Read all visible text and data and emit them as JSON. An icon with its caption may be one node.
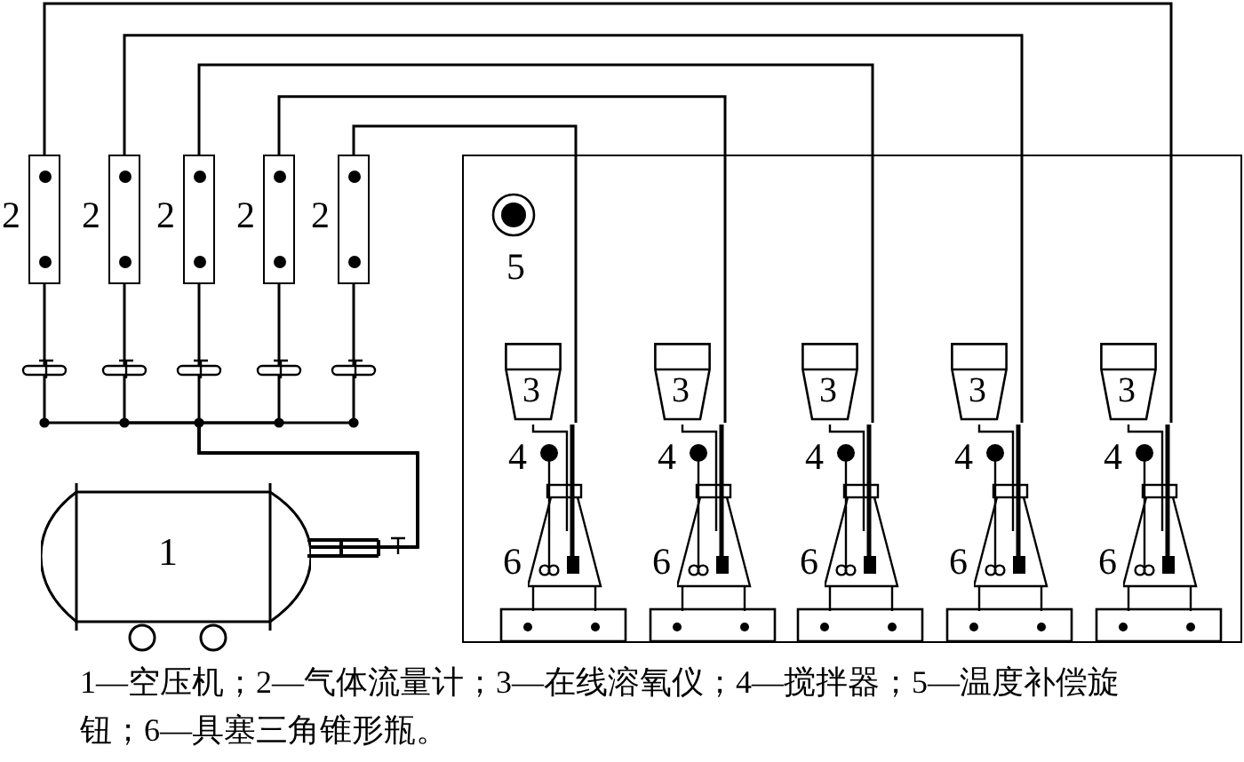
{
  "diagram": {
    "caption": "1—空压机；2—气体流量计；3—在线溶氧仪；4—搅拌器；5—温度补偿旋钮；6—具塞三角锥形瓶。",
    "nodes": [
      {
        "text": [
          "1"
        ]
      },
      {
        "text": [],
        "shape": "box",
        "beside": [
          "2"
        ]
      },
      {
        "text": [],
        "shape": "box",
        "beside": [
          "2"
        ]
      },
      {
        "text": [],
        "shape": "box",
        "beside": [
          "2"
        ]
      },
      {
        "text": [],
        "shape": "box",
        "beside": [
          "2"
        ]
      },
      {
        "text": [],
        "shape": "box",
        "beside": [
          "2"
        ]
      },
      {
        "text": [],
        "shape": "box"
      },
      {
        "text": [
          "3"
        ],
        "in": 6
      },
      {
        "text": [
          "3"
        ],
        "in": 6
      },
      {
        "text": [
          "3"
        ],
        "in": 6
      },
      {
        "text": [
          "3"
        ],
        "in": 6
      },
      {
        "text": [
          "3"
        ],
        "in": 6
      },
      {
        "text": [],
        "shape": "picture",
        "in": 6,
        "beside": [
          "6"
        ]
      },
      {
        "text": [],
        "shape": "picture",
        "in": 6,
        "beside": [
          "6"
        ]
      },
      {
        "text": [],
        "shape": "picture",
        "in": 6,
        "beside": [
          "6"
        ]
      },
      {
        "text": [],
        "shape": "picture",
        "in": 6,
        "beside": [
          "6"
        ]
      },
      {
        "text": [],
        "shape": "picture",
        "in": 6,
        "beside": [
          "6"
        ]
      }
    ],
    "edges": [
      {
        "from": 0,
        "to": 1,
        "arrow": "none"
      },
      {
        "from": 0,
        "to": 2,
        "arrow": "none"
      },
      {
        "from": 0,
        "to": 3,
        "arrow": "none"
      },
      {
        "from": 0,
        "to": 4,
        "arrow": "none"
      },
      {
        "from": 0,
        "to": 5,
        "arrow": "none"
      },
      {
        "from": 1,
        "to": 16,
        "arrow": "none"
      },
      {
        "from": 2,
        "to": 15,
        "arrow": "none"
      },
      {
        "from": 3,
        "to": 14,
        "arrow": "none"
      },
      {
        "from": 4,
        "to": 13,
        "arrow": "none"
      },
      {
        "from": 5,
        "to": 12,
        "arrow": "none"
      }
    ],
    "labels": [
      "5",
      "4",
      "4",
      "4",
      "4",
      "4"
    ]
  }
}
